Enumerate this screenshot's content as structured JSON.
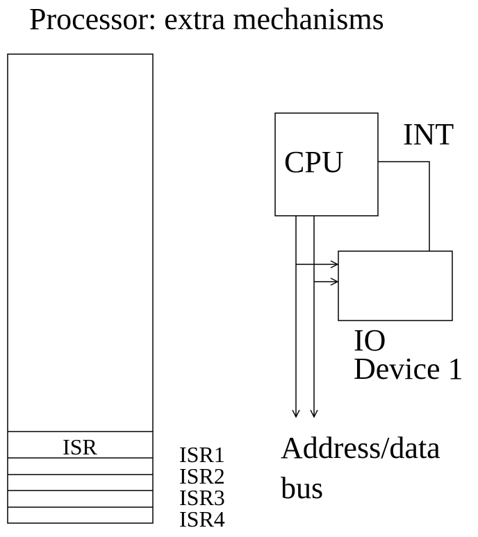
{
  "title": "Processor: extra mechanisms",
  "memory": {
    "isr_label": "ISR",
    "isr_entries": [
      "ISR1",
      "ISR2",
      "ISR3",
      "ISR4"
    ]
  },
  "cpu": {
    "label": "CPU"
  },
  "interrupt": {
    "label": "INT"
  },
  "io_device": {
    "line1": "IO",
    "line2": "Device 1"
  },
  "bus": {
    "line1": "Address/data",
    "line2": "bus"
  },
  "colors": {
    "stroke": "#000000",
    "background": "#ffffff"
  }
}
